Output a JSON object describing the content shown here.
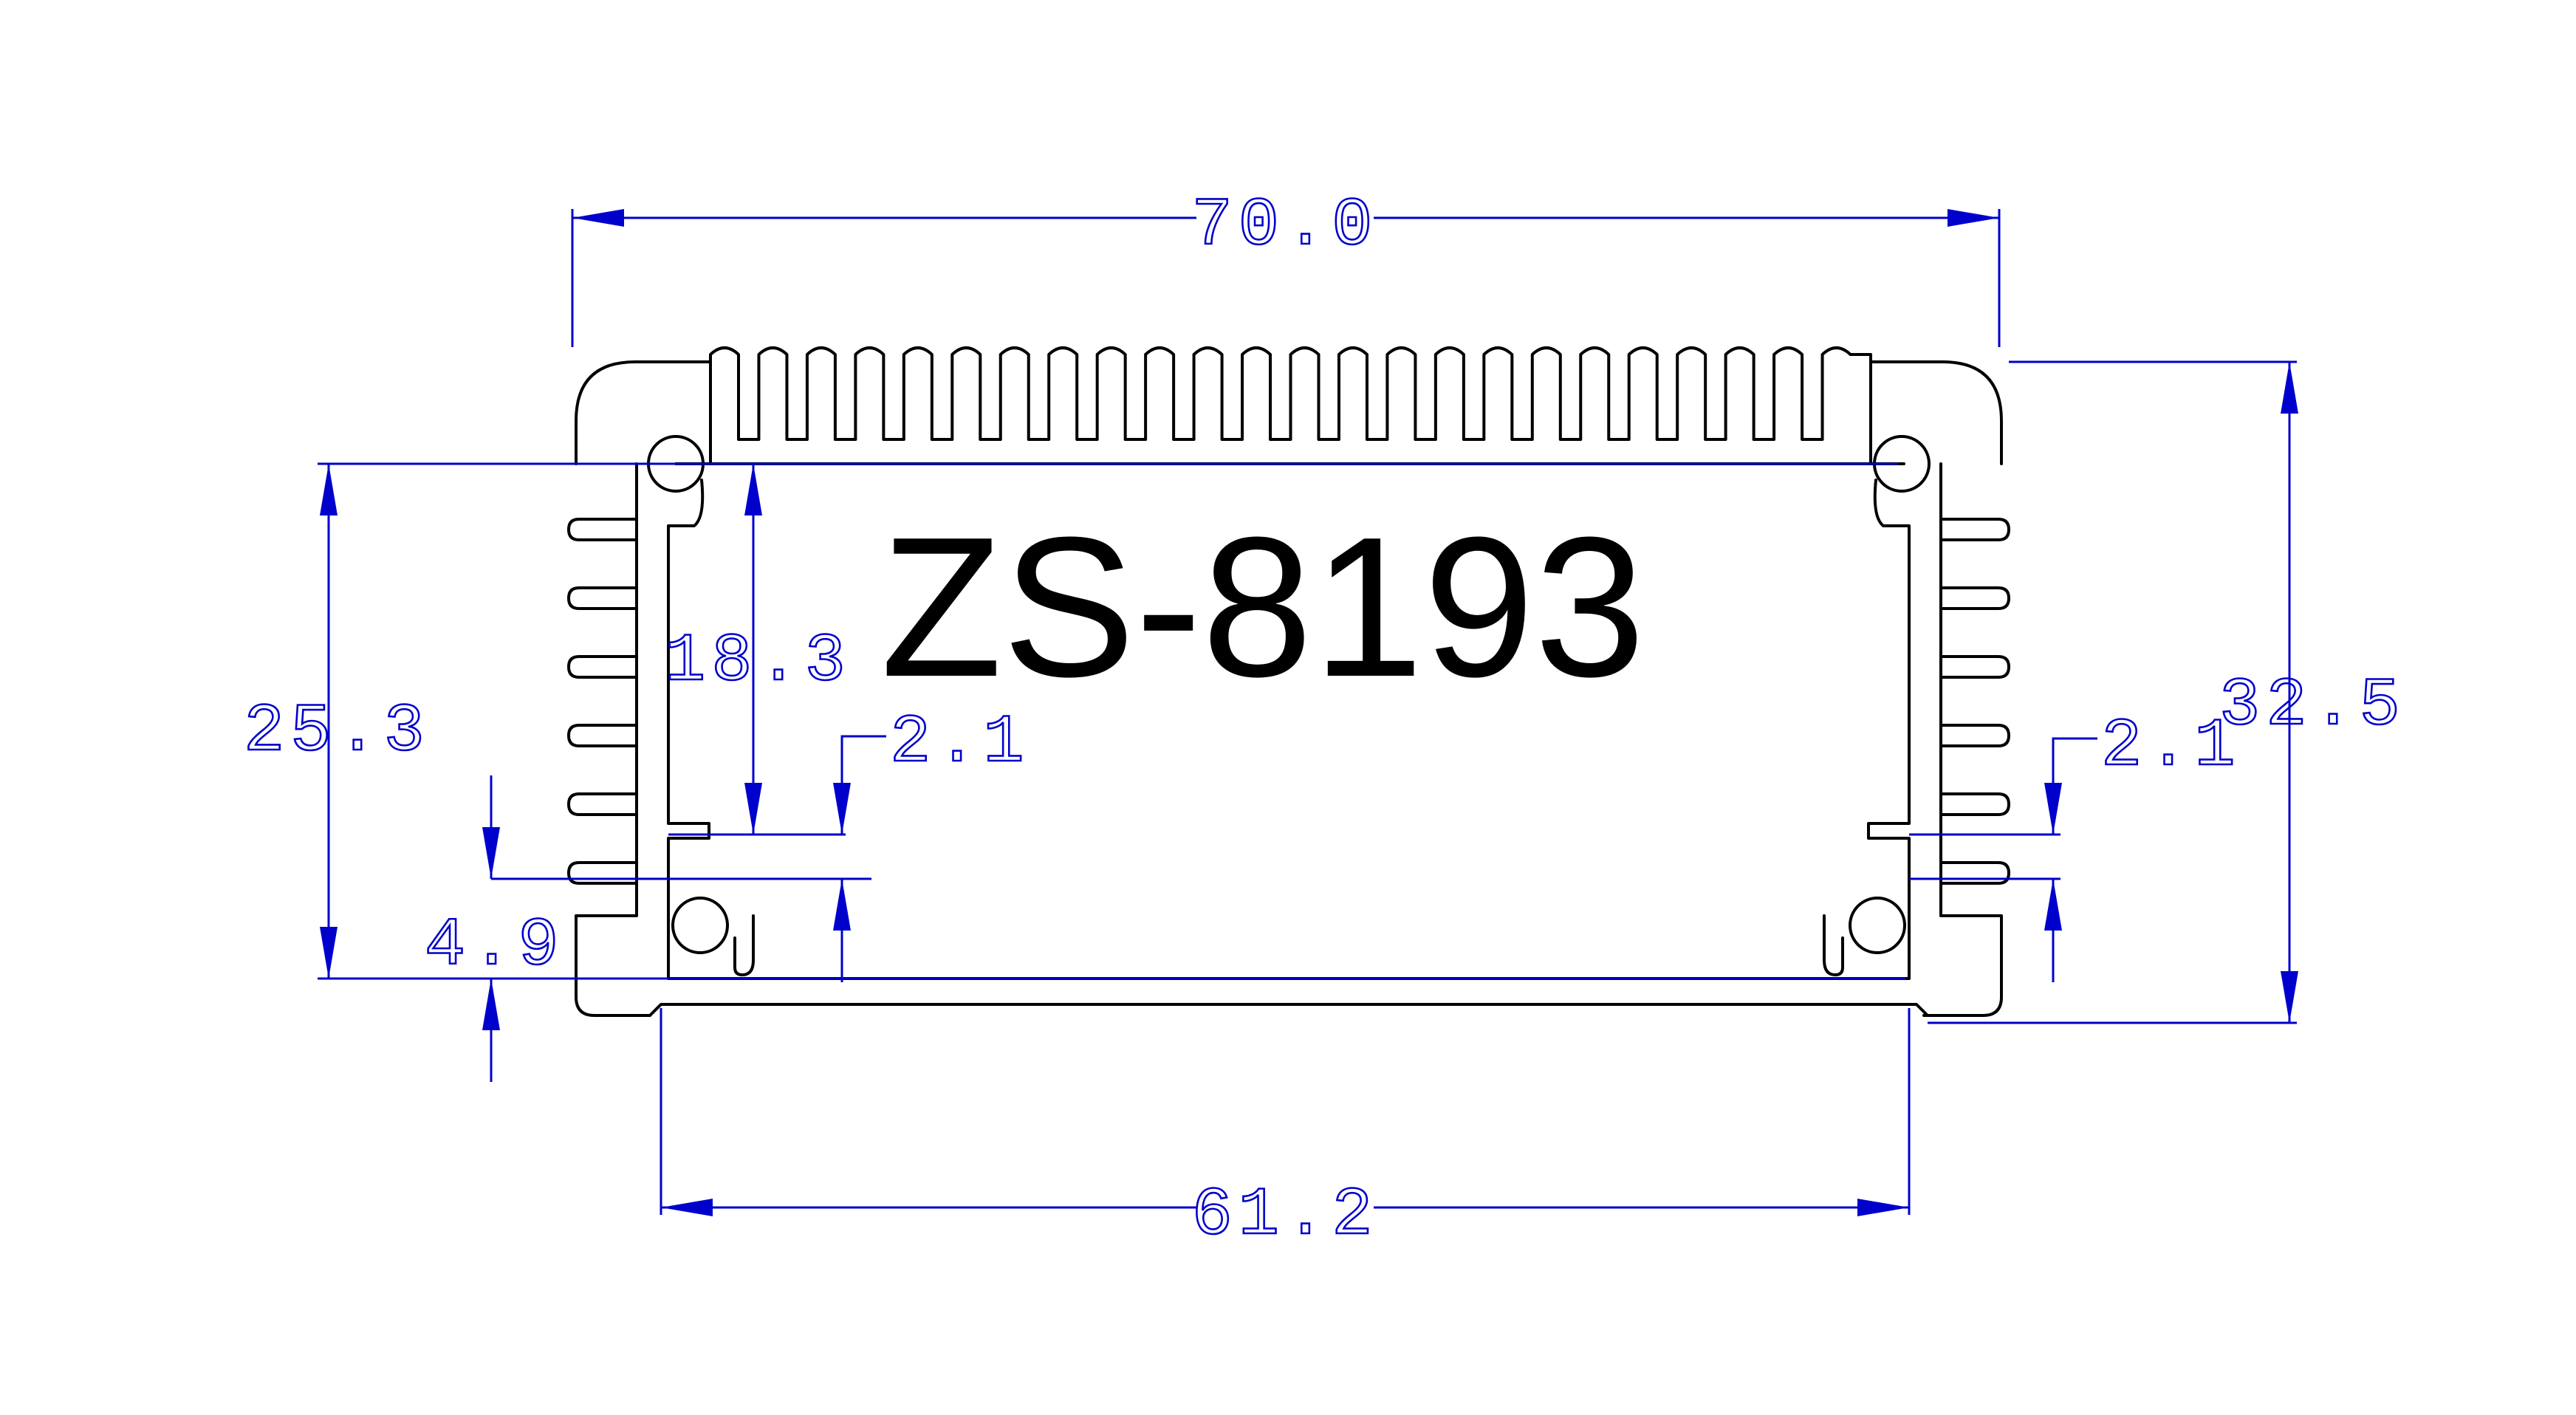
{
  "model_label": "ZS-8193",
  "colors": {
    "profile": "#000000",
    "dimension": "#0000cc",
    "background": "#ffffff"
  },
  "dimensions": {
    "overall_width": "70.0",
    "inner_width": "61.2",
    "overall_height": "32.5",
    "side_height": "25.3",
    "inner_height": "18.3",
    "slot_left": "2.1",
    "slot_right": "2.1",
    "base_offset": "4.9"
  }
}
